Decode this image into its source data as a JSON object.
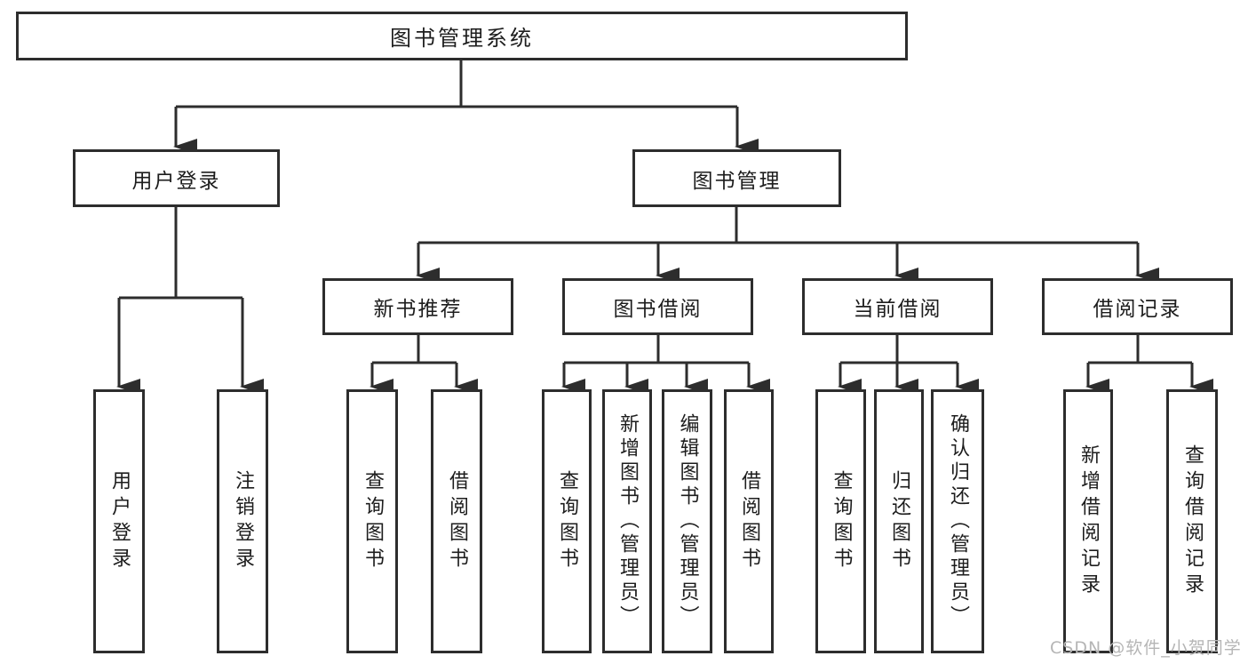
{
  "diagram": {
    "root": {
      "label": "图书管理系统"
    },
    "branches": [
      {
        "label": "用户登录",
        "children": [
          {
            "label": "用户登录"
          },
          {
            "label": "注销登录"
          }
        ]
      },
      {
        "label": "图书管理",
        "groups": [
          {
            "label": "新书推荐",
            "children": [
              {
                "label": "查询图书"
              },
              {
                "label": "借阅图书"
              }
            ]
          },
          {
            "label": "图书借阅",
            "children": [
              {
                "label": "查询图书"
              },
              {
                "label": "新增图书（管理员）"
              },
              {
                "label": "编辑图书（管理员）"
              },
              {
                "label": "借阅图书"
              }
            ]
          },
          {
            "label": "当前借阅",
            "children": [
              {
                "label": "查询图书"
              },
              {
                "label": "归还图书"
              },
              {
                "label": "确认归还（管理员）"
              }
            ]
          },
          {
            "label": "借阅记录",
            "children": [
              {
                "label": "新增借阅记录"
              },
              {
                "label": "查询借阅记录"
              }
            ]
          }
        ]
      }
    ]
  },
  "watermark": "CSDN @软件_小贺同学",
  "colors": {
    "line": "#2d2d2d",
    "text": "#1d1d1d",
    "watermark": "#b5b5b5",
    "background": "#ffffff"
  }
}
